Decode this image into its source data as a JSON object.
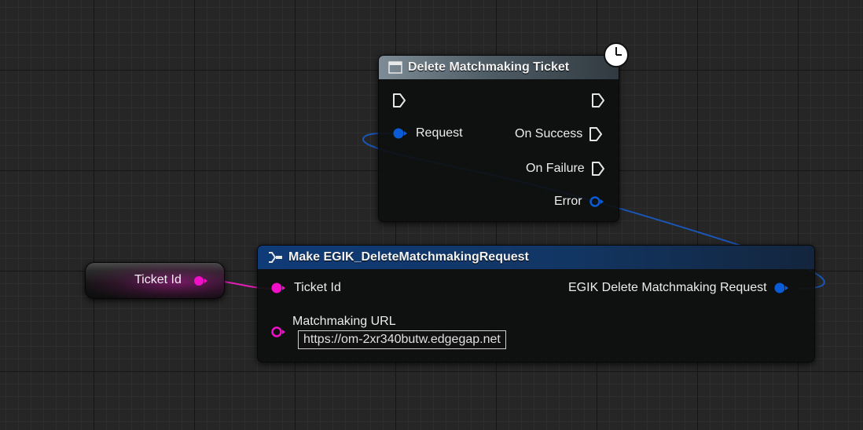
{
  "colors": {
    "exec_pin": "#e6e6e6",
    "struct_pin": "#0a5bd6",
    "string_pin": "#f20fc8",
    "wire_blue": "#1a56b8",
    "wire_magenta": "#e21fb6"
  },
  "variable_node": {
    "label": "Ticket Id",
    "icon": "string-pin-filled"
  },
  "delete_node": {
    "title": "Delete Matchmaking Ticket",
    "title_icon": "function-window-icon",
    "latent_icon": "clock-icon",
    "inputs": [
      {
        "label": "",
        "type": "exec"
      },
      {
        "label": "Request",
        "type": "struct"
      }
    ],
    "outputs": [
      {
        "label": "",
        "type": "exec"
      },
      {
        "label": "On Success",
        "type": "exec"
      },
      {
        "label": "On Failure",
        "type": "exec"
      },
      {
        "label": "Error",
        "type": "struct-hollow"
      }
    ]
  },
  "make_node": {
    "title": "Make EGIK_DeleteMatchmakingRequest",
    "title_icon": "make-struct-icon",
    "inputs": [
      {
        "label": "Ticket Id",
        "type": "string"
      },
      {
        "label": "Matchmaking URL",
        "type": "string-hollow",
        "value": "https://om-2xr340butw.edgegap.net"
      }
    ],
    "outputs": [
      {
        "label": "EGIK Delete Matchmaking Request",
        "type": "struct"
      }
    ]
  }
}
